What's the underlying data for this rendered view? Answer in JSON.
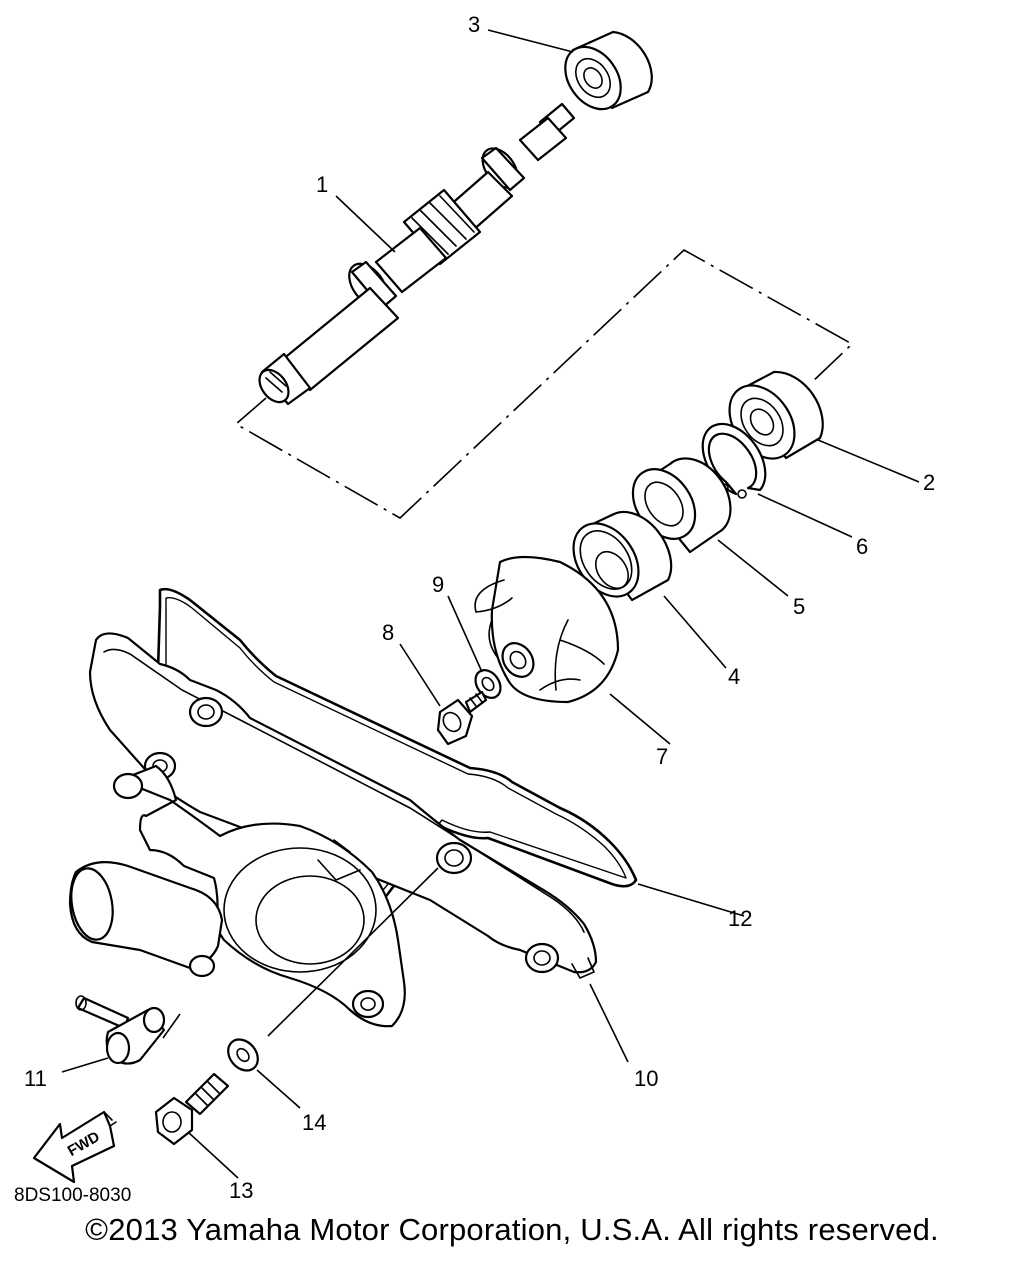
{
  "callouts": {
    "c1": "1",
    "c2": "2",
    "c3": "3",
    "c4": "4",
    "c5": "5",
    "c6": "6",
    "c7": "7",
    "c8": "8",
    "c9": "9",
    "c10": "10",
    "c11": "11",
    "c12": "12",
    "c13": "13",
    "c14": "14"
  },
  "fwd_label": "FWD",
  "diagram_code": "8DS100-8030",
  "copyright": "©2013 Yamaha Motor Corporation, U.S.A. All rights reserved."
}
